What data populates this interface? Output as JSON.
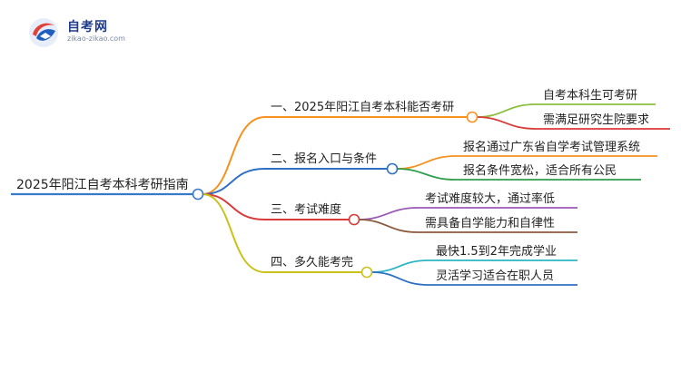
{
  "brand": {
    "name": "自考网",
    "url": "zikao-zikao.com",
    "accent": "#1f5fbf"
  },
  "mindmap": {
    "root": {
      "label": "2025年阳江自考本科考研指南",
      "color": "#3a78c9"
    },
    "branches": [
      {
        "label": "一、2025年阳江自考本科能否考研",
        "color": "#f5921e",
        "children": [
          {
            "label": "自考本科生可考研",
            "color": "#8bbf3d"
          },
          {
            "label": "需满足研究生院要求",
            "color": "#d93a3a"
          }
        ]
      },
      {
        "label": "二、报名入口与条件",
        "color": "#2f6fc4",
        "children": [
          {
            "label": "报名通过广东省自学考试管理系统",
            "color": "#f5921e"
          },
          {
            "label": "报名条件宽松，适合所有公民",
            "color": "#2e9e4a"
          }
        ]
      },
      {
        "label": "三、考试难度",
        "color": "#d93a3a",
        "children": [
          {
            "label": "考试难度较大，通过率低",
            "color": "#9b59b6"
          },
          {
            "label": "需具备自学能力和自律性",
            "color": "#8b5a3c"
          }
        ]
      },
      {
        "label": "四、多久能考完",
        "color": "#c9c21a",
        "children": [
          {
            "label": "最快1.5到2年完成学业",
            "color": "#2bb5c4"
          },
          {
            "label": "灵活学习适合在职人员",
            "color": "#2f6fc4"
          }
        ]
      }
    ]
  }
}
